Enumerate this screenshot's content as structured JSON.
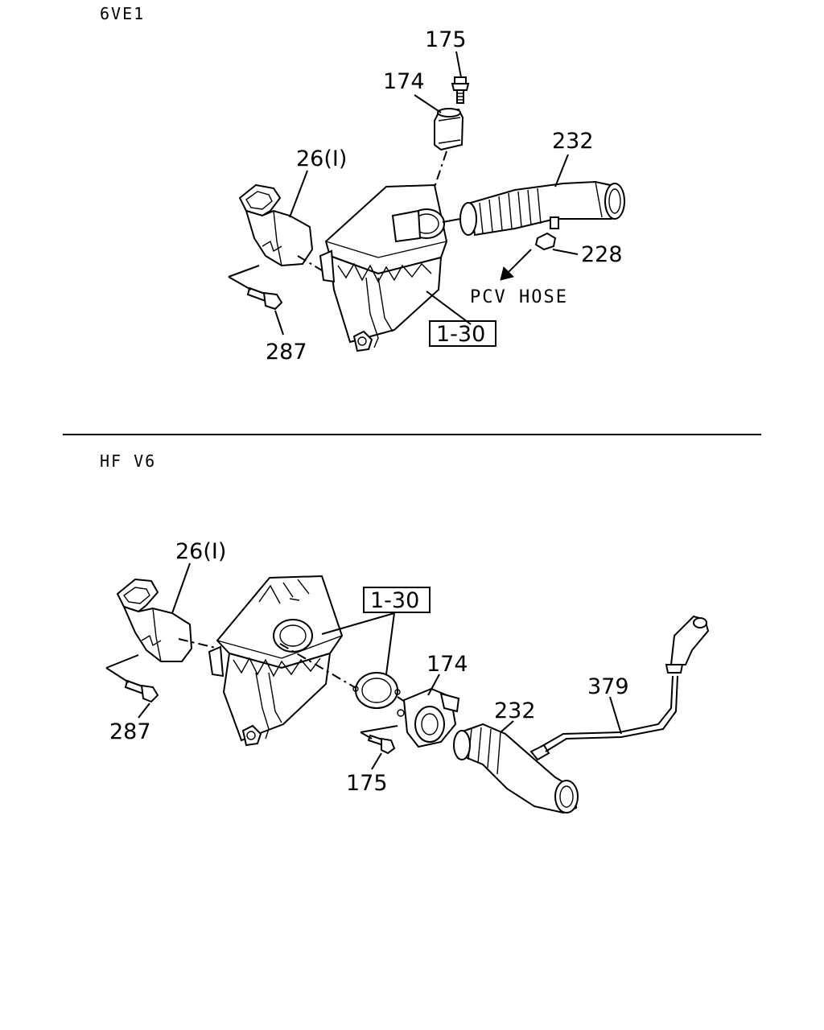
{
  "sections": [
    {
      "header": "6VE1",
      "callouts": {
        "c175": "175",
        "c174": "174",
        "c232": "232",
        "c26": "26(I)",
        "c228": "228",
        "pcv": "PCV HOSE",
        "c287": "287",
        "ref": "1-30"
      }
    },
    {
      "header": "HF V6",
      "callouts": {
        "c26": "26(I)",
        "ref": "1-30",
        "c174": "174",
        "c379": "379",
        "c232": "232",
        "c287": "287",
        "c175": "175"
      }
    }
  ]
}
